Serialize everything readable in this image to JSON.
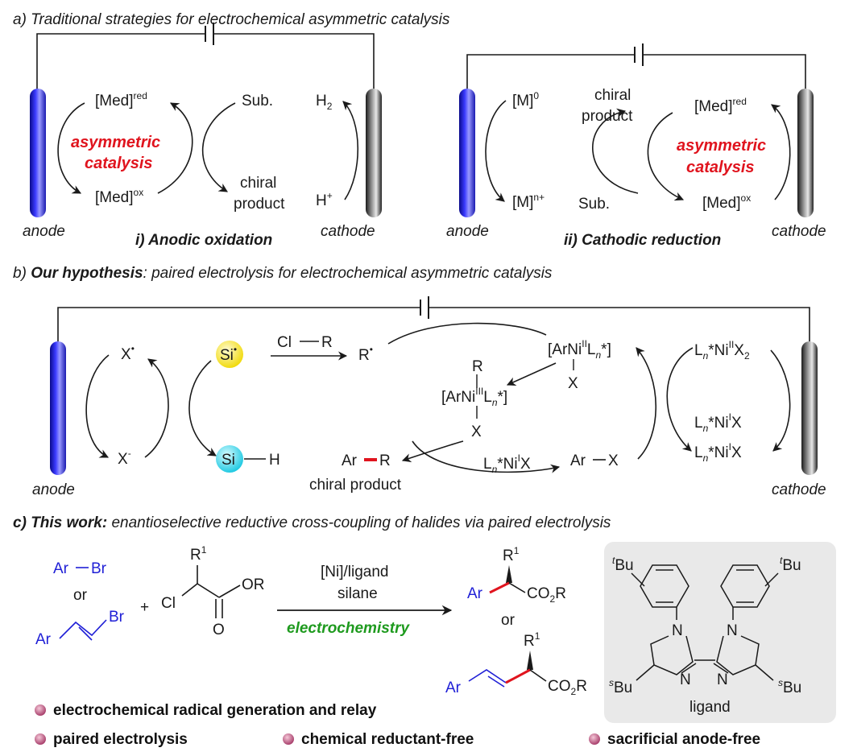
{
  "section_a": {
    "label": "a) Traditional strategies for electrochemical asymmetric catalysis",
    "left": {
      "med_red": "[Med]",
      "med_red_sup": "red",
      "med_ox": "[Med]",
      "med_ox_sup": "ox",
      "sub": "Sub.",
      "chiral": "chiral",
      "product": "product",
      "h2": "H",
      "h2_sub": "2",
      "hplus": "H",
      "hplus_sup": "+",
      "asym1": "asymmetric",
      "asym2": "catalysis",
      "anode": "anode",
      "cathode": "cathode",
      "caption": "i) Anodic oxidation"
    },
    "right": {
      "m0": "[M]",
      "m0_sup": "0",
      "mn": "[M]",
      "mn_sup": "n+",
      "chiral": "chiral",
      "product": "product",
      "sub": "Sub.",
      "med_red": "[Med]",
      "med_red_sup": "red",
      "med_ox": "[Med]",
      "med_ox_sup": "ox",
      "asym1": "asymmetric",
      "asym2": "catalysis",
      "anode": "anode",
      "cathode": "cathode",
      "caption": "ii) Cathodic reduction"
    }
  },
  "section_b": {
    "label_bold": "Our hypothesis",
    "label_prefix": "b) ",
    "label_rest": ": paired electrolysis for electrochemical asymmetric catalysis",
    "x_rad": "X",
    "x_rad_sup": "•",
    "x_minus": "X",
    "x_minus_sup": "-",
    "si_rad": "Si",
    "si_rad_sup": "•",
    "si_h": "Si",
    "si_h_bond": "H",
    "cl_r": "Cl",
    "cl_r_r": "R",
    "r_rad": "R",
    "r_rad_sup": "•",
    "ni3_top": "R",
    "ni3": "[ArNi",
    "ni3_sup": "III",
    "ni3_l": "L",
    "ni3_n": "n",
    "ni3_end": "*]",
    "ni3_x": "X",
    "ni2": "[ArNi",
    "ni2_sup": "II",
    "ni2_l": "L",
    "ni2_n": "n",
    "ni2_end": "*]",
    "ni2_x": "X",
    "ar_r_ar": "Ar",
    "ar_r_r": "R",
    "chiral_product": "chiral product",
    "lnni1_mid": "L",
    "lnni1_mid_n": "n",
    "lnni1_mid_rest": "*Ni",
    "lnni1_mid_sup": "I",
    "lnni1_mid_x": "X",
    "ar_x": "Ar",
    "ar_x_x": "X",
    "lnni2x2": "L",
    "lnni2x2_n": "n",
    "lnni2x2_rest": "*Ni",
    "lnni2x2_sup": "II",
    "lnni2x2_x": "X",
    "lnni2x2_sub": "2",
    "lnni1a": "L",
    "lnni1a_n": "n",
    "lnni1a_rest": "*Ni",
    "lnni1a_sup": "I",
    "lnni1a_x": "X",
    "lnni1b": "L",
    "lnni1b_n": "n",
    "lnni1b_rest": "*Ni",
    "lnni1b_sup": "I",
    "lnni1b_x": "X",
    "anode": "anode",
    "cathode": "cathode"
  },
  "section_c": {
    "label_prefix": "c) ",
    "label_bold": "This work:",
    "label_rest": " enantioselective reductive cross-coupling of halides via paired electrolysis",
    "arbr_ar": "Ar",
    "arbr_br": "Br",
    "or1": "or",
    "vinyl_ar": "Ar",
    "vinyl_br": "Br",
    "plus": "+",
    "r1": "R",
    "r1_sup": "1",
    "cl": "Cl",
    "or_group": "OR",
    "o": "O",
    "cond1": "[Ni]/ligand",
    "cond2": "silane",
    "cond3": "electrochemistry",
    "prod1_r1": "R",
    "prod1_r1_sup": "1",
    "prod1_ar": "Ar",
    "prod1_co2r": "CO",
    "prod1_co2r_sub": "2",
    "prod1_co2r_r": "R",
    "or2": "or",
    "prod2_r1": "R",
    "prod2_r1_sup": "1",
    "prod2_ar": "Ar",
    "prod2_co2r": "CO",
    "prod2_co2r_sub": "2",
    "prod2_co2r_r": "R",
    "ligand": {
      "tbu_left_sup": "t",
      "tbu_left": "Bu",
      "tbu_right_sup": "t",
      "tbu_right": "Bu",
      "n1": "N",
      "n2": "N",
      "n3": "N",
      "n4": "N",
      "sbu_left_sup": "s",
      "sbu_left": "Bu",
      "sbu_right_sup": "s",
      "sbu_right": "Bu",
      "caption": "ligand"
    },
    "bullets": [
      "electrochemical radical generation and relay",
      "paired  electrolysis",
      "chemical reductant-free",
      "sacrificial anode-free"
    ]
  },
  "colors": {
    "anode_blue": "#1f1fd6",
    "red_text": "#e0141e",
    "green_text": "#1e9a1e",
    "si_radical": "#f5e51a",
    "si_h": "#29d3ec",
    "bullet": "#b0446e",
    "ligand_box": "#e9e9e9"
  }
}
